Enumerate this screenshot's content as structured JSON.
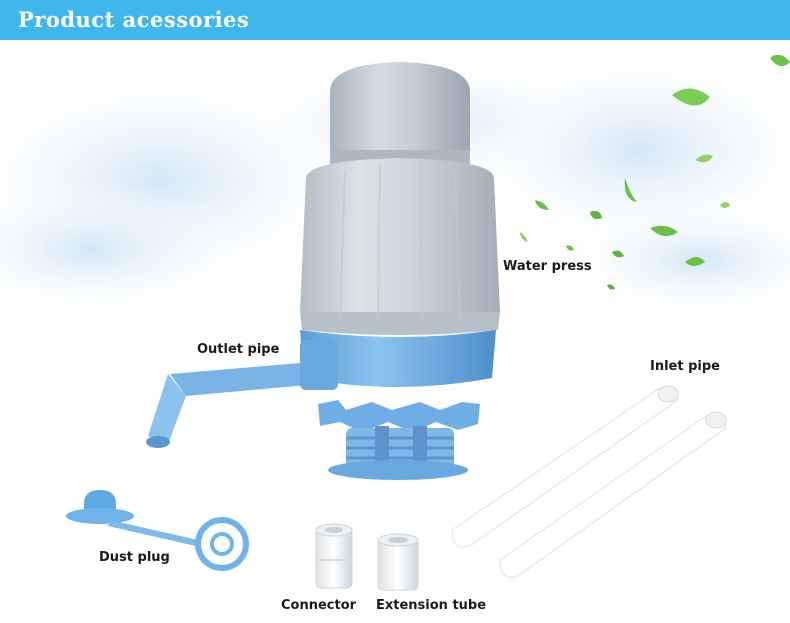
{
  "header": {
    "title": "Product acessories"
  },
  "labels": {
    "water_press": "Water press",
    "outlet_pipe": "Outlet pipe",
    "inlet_pipe": "Inlet pipe",
    "dust_plug": "Dust plug",
    "connector": "Connector",
    "extension_tube": "Extension tube"
  },
  "colors": {
    "header_bg": "#3fb6ec",
    "pump_top": "#c5cdd6",
    "pump_base": "#7fb8e6",
    "leaf": "#6cc04a",
    "sky": "#d8ecf8"
  }
}
